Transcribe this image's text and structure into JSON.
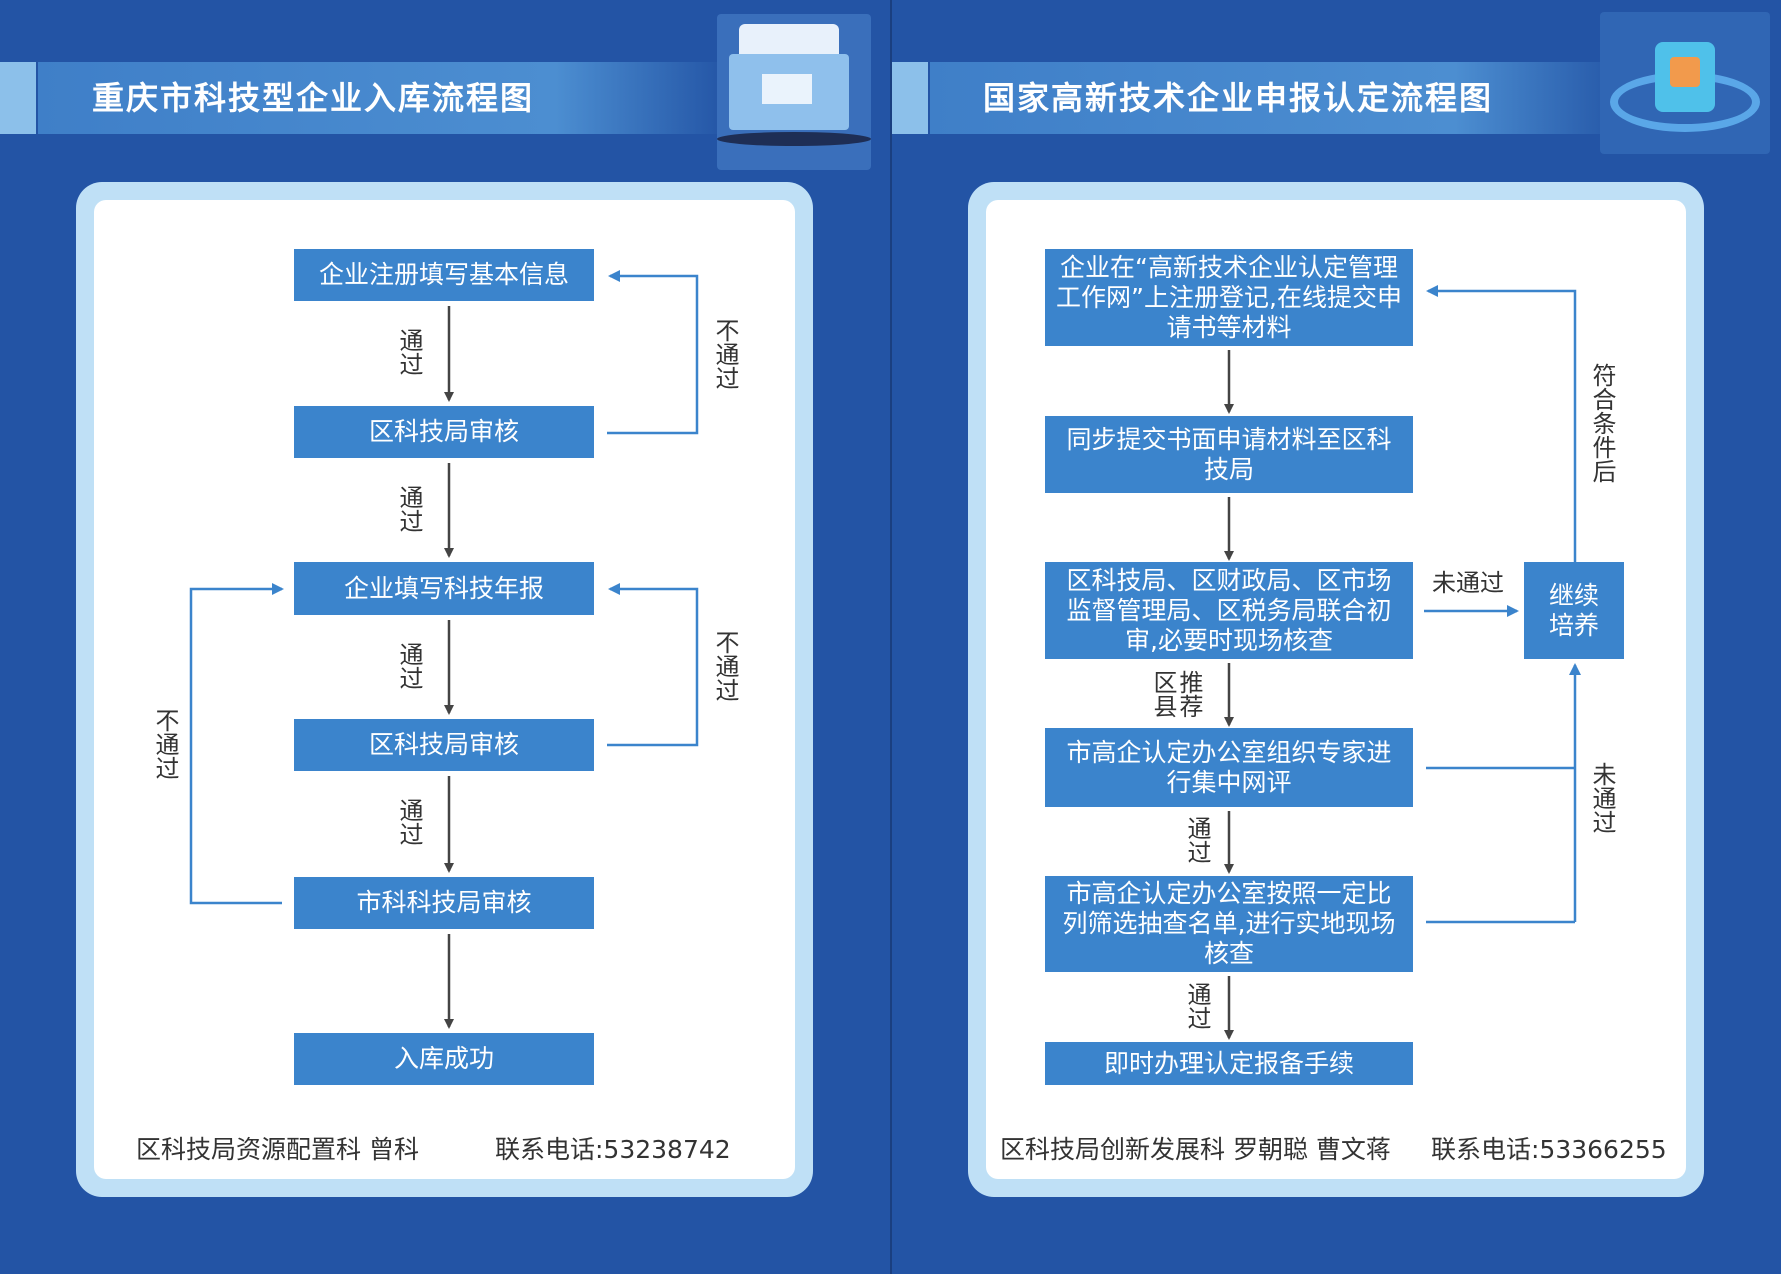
{
  "left": {
    "title": "重庆市科技型企业入库流程图",
    "steps": [
      "企业注册填写基本信息",
      "区科技局审核",
      "企业填写科技年报",
      "区科技局审核",
      "市科科技局审核",
      "入库成功"
    ],
    "pass_label": "通过",
    "fail_label": "不通过",
    "footer": {
      "contact": "区科技局资源配置科 曾科",
      "phone": "联系电话:53238742"
    }
  },
  "right": {
    "title": "国家高新技术企业申报认定流程图",
    "steps": [
      "企业在“高新技术企业认定管理工作网”上注册登记,在线提交申请书等材料",
      "同步提交书面申请材料至区科技局",
      "区科技局、区财政局、区市场监督管理局、区税务局联合初审,必要时现场核查",
      "市高企认定办公室组织专家进行集中网评",
      "市高企认定办公室按照一定比列筛选抽查名单,进行实地现场核查",
      "即时办理认定报备手续"
    ],
    "continue_box": "继续培养",
    "recommend_label": "区县推荐",
    "pass_label": "通过",
    "fail_label": "未通过",
    "qualified_label": "符合条件后",
    "footer": {
      "contact": "区科技局创新发展科 罗朝聪 曹文蒋",
      "phone": "联系电话:53366255"
    }
  },
  "colors": {
    "background": "#2354a5",
    "box": "#3b84cc",
    "arrow": "#444444",
    "loop": "#3b84cc"
  }
}
